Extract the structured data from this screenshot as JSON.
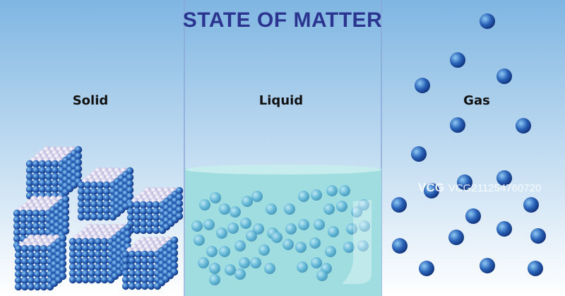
{
  "title": "STATE OF MATTER",
  "panels": [
    {
      "key": "solid",
      "label": "Solid"
    },
    {
      "key": "liquid",
      "label": "Liquid"
    },
    {
      "key": "gas",
      "label": "Gas"
    }
  ],
  "watermark": {
    "logo": "VCG",
    "code": "VCG211254760720"
  },
  "colors": {
    "title": "#2b3590",
    "sky_top": "#7fb6e2",
    "sky_bottom": "#ffffff",
    "divider": "#8aa7d8",
    "liquid": "#9fdde1",
    "liquid_surface": "#c6ecee",
    "particle_dark": "#1d4fa3",
    "particle_light": "#6fb6f0",
    "liquid_particle": "#5ab2d2",
    "solid_top": "#d8d3ea"
  }
}
